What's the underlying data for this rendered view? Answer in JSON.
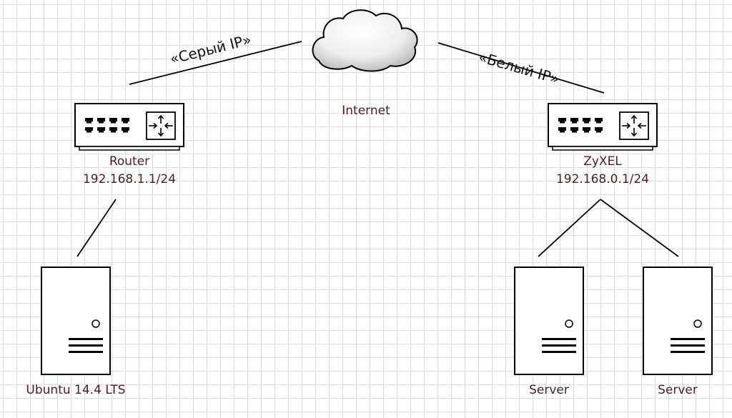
{
  "internet": {
    "label": "Internet"
  },
  "links": {
    "left": {
      "label": "«Серый IP»"
    },
    "right": {
      "label": "«Белый IP»"
    }
  },
  "router_left": {
    "name": "Router",
    "ip": "192.168.1.1/24"
  },
  "router_right": {
    "name": "ZyXEL",
    "ip": "192.168.0.1/24"
  },
  "hosts": {
    "ubuntu": {
      "label": "Ubuntu 14.4 LTS"
    },
    "server1": {
      "label": "Server"
    },
    "server2": {
      "label": "Server"
    }
  },
  "colors": {
    "label_text": "#4a1f1f",
    "outline": "#000000",
    "grid": "#dcdcdc"
  }
}
